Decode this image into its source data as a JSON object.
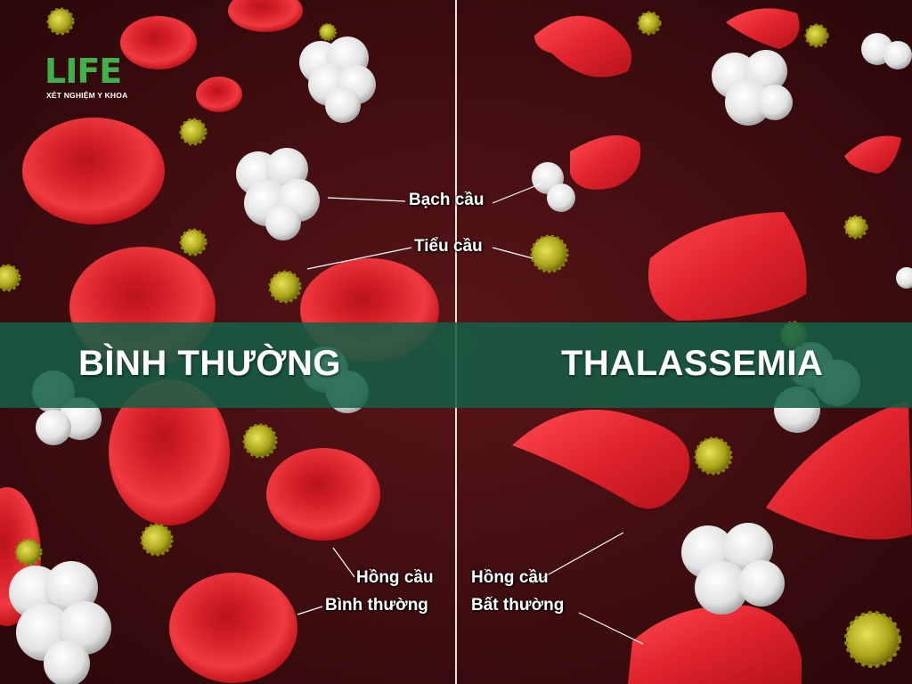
{
  "logo": {
    "text": "LIFE",
    "subtitle": "XÉT NGHIỆM Y KHOA",
    "color": "#3fb04a"
  },
  "left_panel": {
    "title": "BÌNH THƯỜNG",
    "labels": {
      "white_cell": "Bạch cầu",
      "platelet": "Tiểu cầu",
      "red_cell_line1": "Hồng cầu",
      "red_cell_line2": "Bình thường"
    }
  },
  "right_panel": {
    "title": "THALASSEMIA",
    "labels": {
      "red_cell_line1": "Hồng cầu",
      "red_cell_line2": "Bất thường"
    }
  },
  "colors": {
    "background": "#3a0d10",
    "band": "#145f46",
    "red_cell": "#e0232d",
    "white_cell": "#e6e6e6",
    "platelet": "#b8b41e"
  }
}
